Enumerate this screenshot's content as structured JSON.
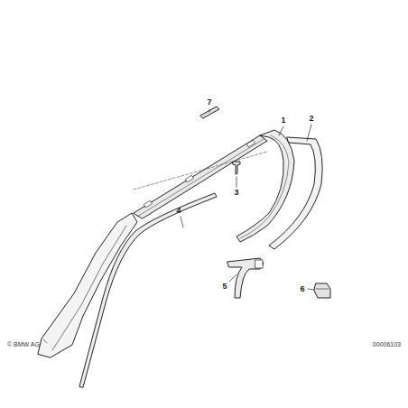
{
  "diagram": {
    "labels": [
      "7",
      "1",
      "2",
      "3",
      "4",
      "5",
      "6",
      "© BMW AG",
      "00006103"
    ]
  }
}
